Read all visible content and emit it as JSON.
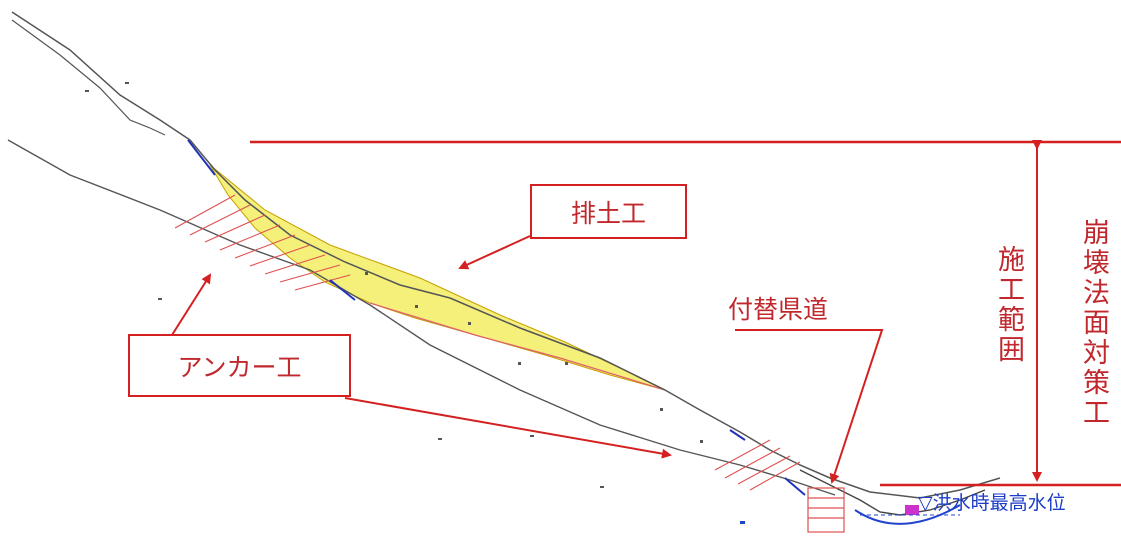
{
  "labels": {
    "excavation": "排土工",
    "anchor": "アンカー工",
    "relocated_road": "付替県道",
    "construction_range": "施工範囲",
    "slope_countermeasure": "崩壊法面対策工",
    "flood_water_level": "▽洪水時最高水位"
  },
  "colors": {
    "annotation_red": "#d42020",
    "label_red": "#c0282d",
    "excavation_fill": "#f5f07a",
    "water_blue": "#1a3cc8",
    "terrain_gray": "#555555"
  }
}
